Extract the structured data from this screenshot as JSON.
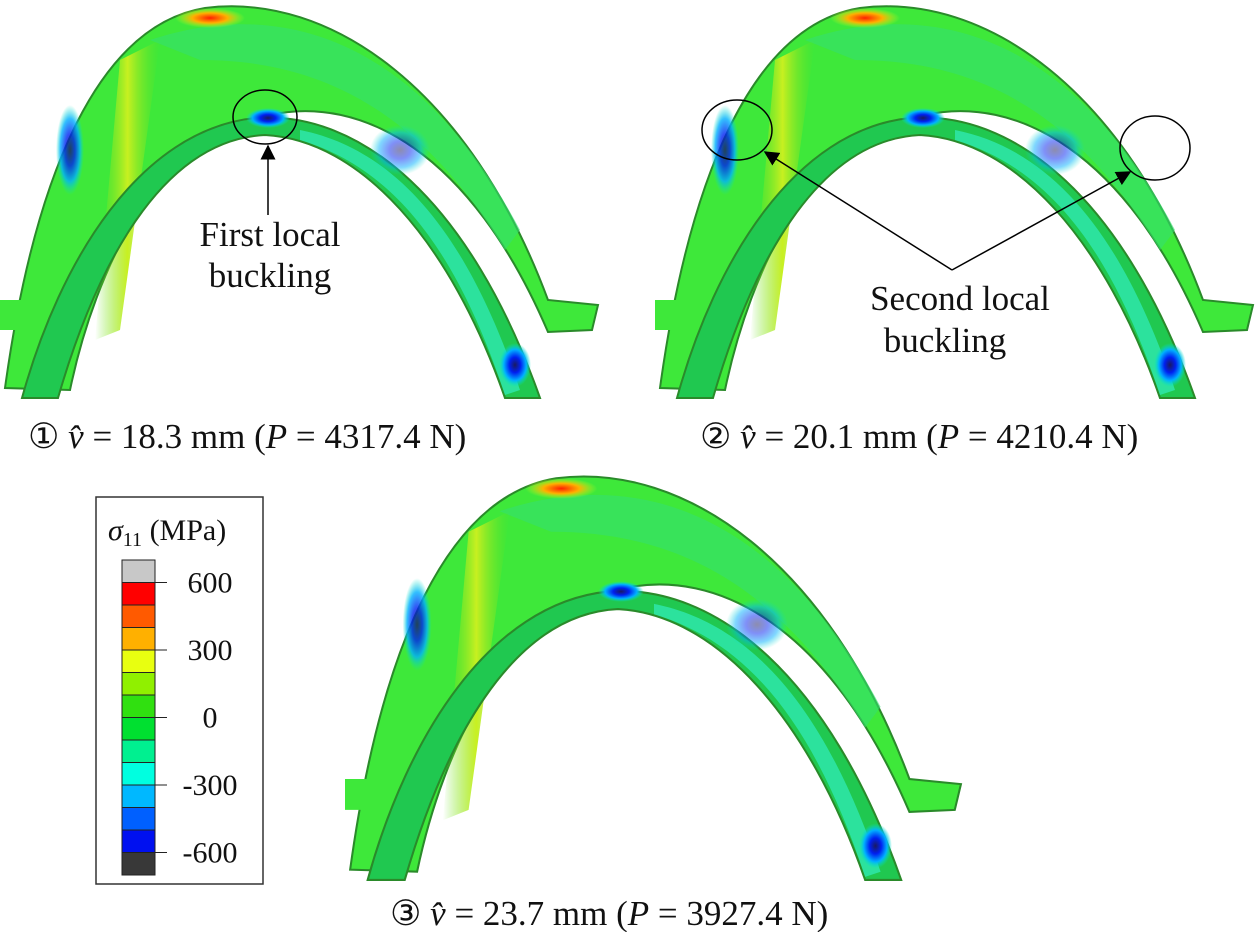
{
  "panels": [
    {
      "id": 1,
      "marker": "①",
      "symbol": "v̂",
      "caption_value": "= 18.3 mm (",
      "load_symbol": "P",
      "load_value": " = 4317.4 N)"
    },
    {
      "id": 2,
      "marker": "②",
      "symbol": "v̂",
      "caption_value": "= 20.1 mm (",
      "load_symbol": "P",
      "load_value": " = 4210.4 N)"
    },
    {
      "id": 3,
      "marker": "③",
      "symbol": "v̂",
      "caption_value": "= 23.7 mm (",
      "load_symbol": "P",
      "load_value": " = 3927.4 N)"
    }
  ],
  "annotations": {
    "first": [
      "First local",
      "buckling"
    ],
    "second": [
      "Second local",
      "buckling"
    ]
  },
  "legend": {
    "symbol": "σ",
    "subscript": "11",
    "unit": " (MPa)",
    "ticks": [
      "600",
      "300",
      "0",
      "-300",
      "-600"
    ],
    "colors": [
      "#c8c8c8",
      "#ff0000",
      "#ff5a00",
      "#ffb000",
      "#e8ff10",
      "#90f000",
      "#30e010",
      "#00e030",
      "#00f090",
      "#00ffe0",
      "#00b8ff",
      "#0060ff",
      "#0010f0",
      "#383838"
    ]
  }
}
